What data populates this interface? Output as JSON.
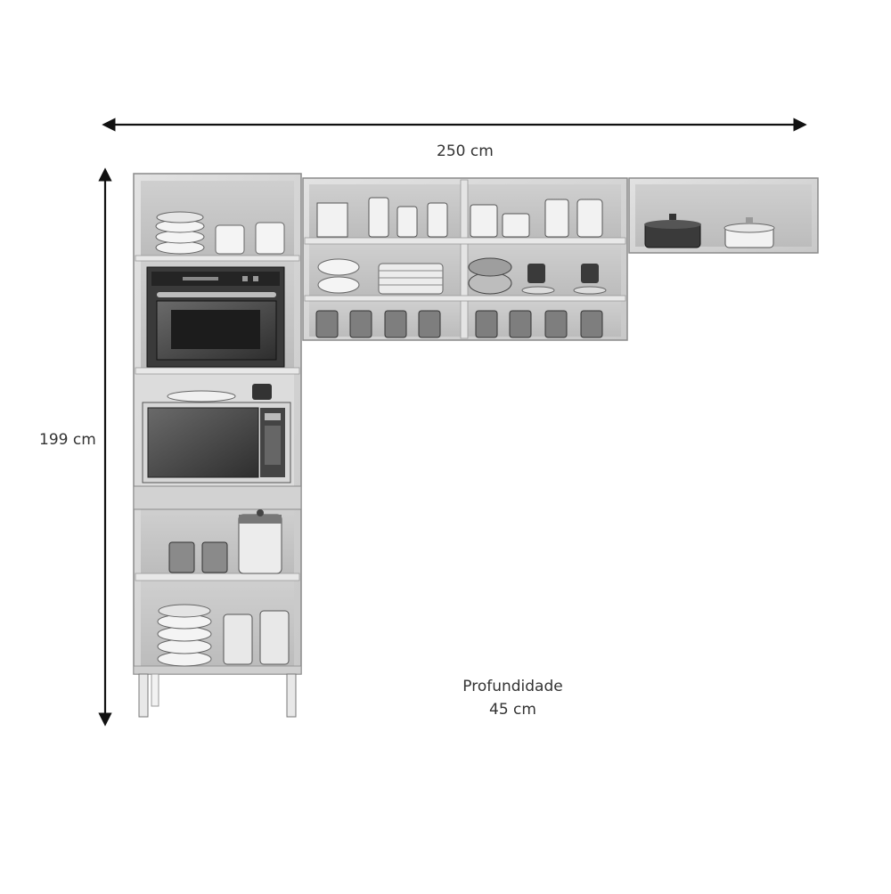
{
  "dimensions": {
    "width": "250 cm",
    "height": "199 cm",
    "depth_label": "Profundidade",
    "depth_value": "45 cm"
  },
  "colors": {
    "wood_light": "#d8d8d8",
    "wood_mid": "#bdbdbd",
    "wood_dark": "#9a9a9a",
    "appliance_dark": "#3a3a3a",
    "appliance_glass": "#5e5e5e",
    "line": "#111111"
  }
}
